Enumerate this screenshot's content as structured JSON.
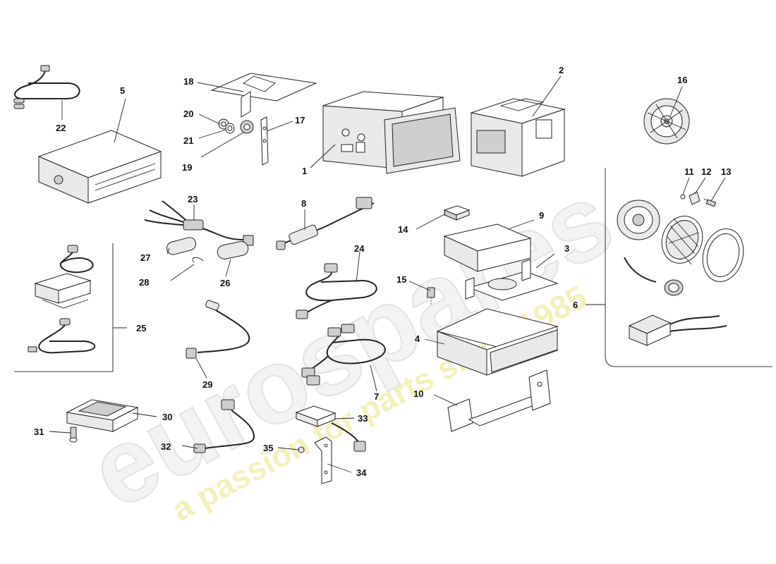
{
  "watermark": {
    "brand": "eurospares",
    "tagline": "a passion for parts since 1985"
  },
  "colors": {
    "line": "#222222",
    "watermark_text": "#e2e2e2",
    "watermark_tagline": "#f1efb0"
  },
  "callouts": [
    {
      "id": "1",
      "label": "1"
    },
    {
      "id": "2",
      "label": "2"
    },
    {
      "id": "3",
      "label": "3"
    },
    {
      "id": "4",
      "label": "4"
    },
    {
      "id": "5",
      "label": "5"
    },
    {
      "id": "6",
      "label": "6"
    },
    {
      "id": "7",
      "label": "7"
    },
    {
      "id": "8",
      "label": "8"
    },
    {
      "id": "9",
      "label": "9"
    },
    {
      "id": "10",
      "label": "10"
    },
    {
      "id": "11",
      "label": "11"
    },
    {
      "id": "12",
      "label": "12"
    },
    {
      "id": "13",
      "label": "13"
    },
    {
      "id": "14",
      "label": "14"
    },
    {
      "id": "15",
      "label": "15"
    },
    {
      "id": "16",
      "label": "16"
    },
    {
      "id": "17",
      "label": "17"
    },
    {
      "id": "18",
      "label": "18"
    },
    {
      "id": "19",
      "label": "19"
    },
    {
      "id": "20",
      "label": "20"
    },
    {
      "id": "21",
      "label": "21"
    },
    {
      "id": "22",
      "label": "22"
    },
    {
      "id": "23",
      "label": "23"
    },
    {
      "id": "24",
      "label": "24"
    },
    {
      "id": "25",
      "label": "25"
    },
    {
      "id": "26",
      "label": "26"
    },
    {
      "id": "27",
      "label": "27"
    },
    {
      "id": "28",
      "label": "28"
    },
    {
      "id": "29",
      "label": "29"
    },
    {
      "id": "30",
      "label": "30"
    },
    {
      "id": "31",
      "label": "31"
    },
    {
      "id": "32",
      "label": "32"
    },
    {
      "id": "33",
      "label": "33"
    },
    {
      "id": "34",
      "label": "34"
    },
    {
      "id": "35",
      "label": "35"
    }
  ]
}
